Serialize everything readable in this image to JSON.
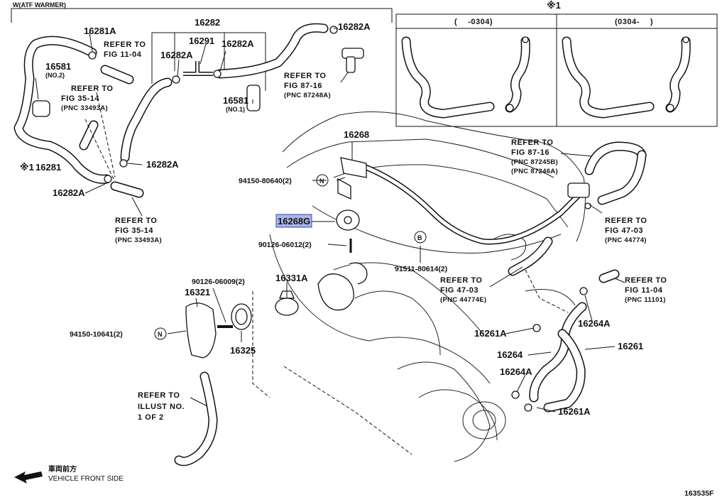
{
  "header": {
    "atf_warmer_label": "W(ATF WARMER)",
    "mark_note": "※1",
    "figure_number": "163535F"
  },
  "inset": {
    "left_label": "(　 -0304)",
    "right_label": "(0304-　 )"
  },
  "parts": {
    "p16282": "16282",
    "p16291": "16291",
    "p16282A_top_left": "16282A",
    "p16282A_top_mid": "16282A",
    "p16282A_top_right": "16282A",
    "p16281A": "16281A",
    "p16581_no2": "16581",
    "no2": "(NO.2)",
    "p16581_no1": "16581",
    "no1": "(NO.1)",
    "p16281": "16281",
    "p16282A_mid": "16282A",
    "p16282A_low": "16282A",
    "p16268": "16268",
    "p16268G": "16268G",
    "bolt_94150_80640": "94150-80640(2)",
    "stud_90126_06012": "90126-06012(2)",
    "bolt_91511_80614": "91511-80614(2)",
    "p16331A": "16331A",
    "stud_90126_06009": "90126-06009(2)",
    "p16321": "16321",
    "bolt_94150_10641": "94150-10641(2)",
    "p16325": "16325",
    "p16261A_top": "16261A",
    "p16264A_top": "16264A",
    "p16264": "16264",
    "p16261": "16261",
    "p16264A_low": "16264A",
    "p16261A_low": "16261A",
    "mark_16281": "※1"
  },
  "refs": {
    "r_fig_11_04_top": [
      "REFER TO",
      "FIG 11-04"
    ],
    "r_fig_35_14_top": [
      "REFER TO",
      "FIG 35-14",
      "(PNC 33493A)"
    ],
    "r_fig_87_16_top": [
      "REFER TO",
      "FIG 87-16",
      "(PNC 87248A)"
    ],
    "r_fig_35_14_low": [
      "REFER TO",
      "FIG 35-14",
      "(PNC 33493A)"
    ],
    "r_fig_87_16_right": [
      "REFER TO",
      "FIG 87-16",
      "(PNC 87245B)",
      "(PNC 87246A)"
    ],
    "r_fig_47_03_right": [
      "REFER TO",
      "FIG 47-03",
      "(PNC 44774)"
    ],
    "r_fig_47_03_mid": [
      "REFER TO",
      "FIG 47-03",
      "(PNC 44774E)"
    ],
    "r_fig_11_04_right": [
      "REFER TO",
      "FIG 11-04",
      "(PNC 11101)"
    ],
    "r_illust": [
      "REFER TO",
      "ILLUST NO.",
      "1 OF 2"
    ]
  },
  "symbols": {
    "n": "N",
    "b": "B"
  },
  "vehicle_front": {
    "jp": "車両前方",
    "en": "VEHICLE FRONT SIDE"
  }
}
